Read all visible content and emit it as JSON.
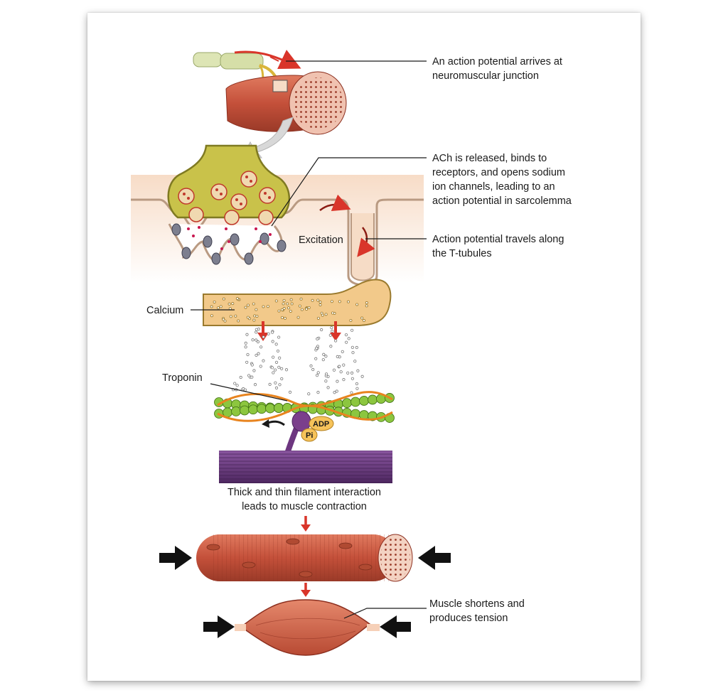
{
  "labels": {
    "step1": [
      "An action potential arrives at",
      "neuromuscular junction"
    ],
    "step2": [
      "ACh is released, binds to",
      "receptors, and opens sodium",
      "ion channels, leading to an",
      "action potential in sarcolemma"
    ],
    "step3": [
      "Action potential travels along",
      "the T-tubules"
    ],
    "excitation": "Excitation",
    "calcium": "Calcium",
    "troponin": "Troponin",
    "adp": "ADP",
    "pi": "Pi",
    "interaction": [
      "Thick and thin filament interaction",
      "leads to muscle contraction"
    ],
    "final": [
      "Muscle shortens and",
      "produces tension"
    ]
  },
  "colors": {
    "muscle": "#c8553d",
    "muscle_light": "#e88a6e",
    "terminal": "#c9c24a",
    "sarcoplasm": "#f6dcc6",
    "reticulum": "#f2c98a",
    "actin": "#8cc63f",
    "tropomyosin": "#e8841f",
    "myosin": "#7b3f8c",
    "arrow_red": "#d9352a"
  }
}
